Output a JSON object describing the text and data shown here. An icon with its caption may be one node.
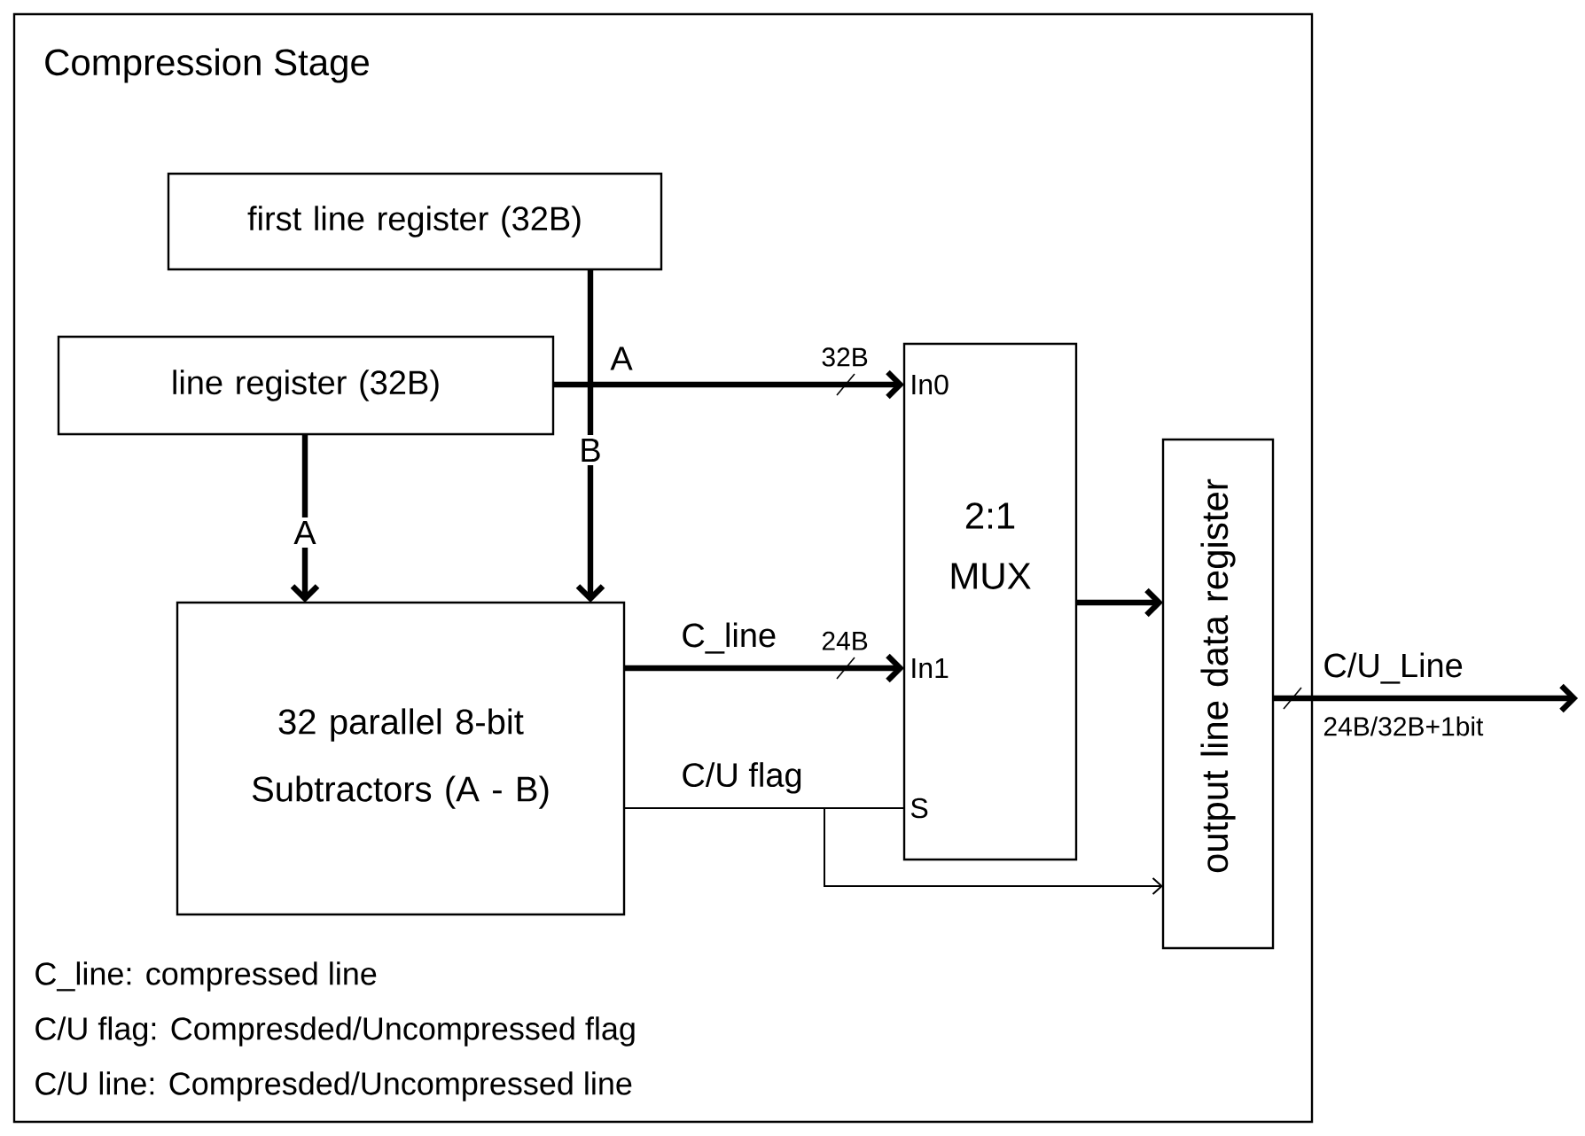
{
  "diagram": {
    "nodes": [
      {
        "text": [
          "Compression Stage"
        ]
      },
      {
        "text": [
          "first line register (32B)"
        ],
        "in": 0
      },
      {
        "text": [
          "line register (32B)"
        ],
        "in": 0
      },
      {
        "text": [
          "32 parallel 8-bit Subtractors (A - B)"
        ],
        "in": 0
      },
      {
        "text": [
          "In0",
          "2:1 MUX",
          "In1",
          "S"
        ],
        "in": 0
      },
      {
        "text": [
          "output line data register"
        ],
        "in": 0
      }
    ],
    "edges": [
      {
        "from": 2,
        "to": 4,
        "arrow": "to",
        "label": "A"
      },
      {
        "from": 2,
        "to": 3,
        "arrow": "to",
        "label": "A"
      },
      {
        "from": 1,
        "to": 3,
        "arrow": "to",
        "label": "B"
      },
      {
        "from": 3,
        "to": 4,
        "arrow": "to",
        "label": "C_line"
      },
      {
        "from": 3,
        "to": 4,
        "arrow": "none",
        "label": "C/U flag"
      },
      {
        "from": 3,
        "to": 5,
        "arrow": "to"
      },
      {
        "from": 4,
        "to": 5,
        "arrow": "to"
      },
      {
        "from": 5,
        "to": null,
        "arrow": "to",
        "label": "C/U_Line"
      }
    ],
    "labels": [
      "32B",
      "24B",
      "24B/32B+1bit",
      "C_line: compressed line",
      "C/U flag: Compresded/Uncompressed flag",
      "C/U line: Compresded/Uncompressed line"
    ]
  }
}
